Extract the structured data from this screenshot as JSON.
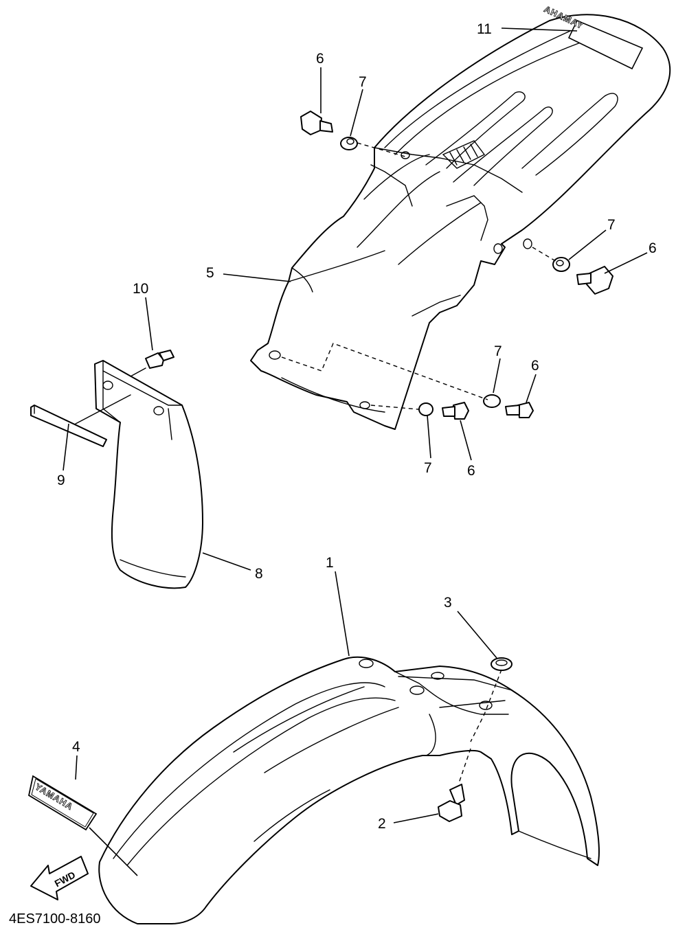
{
  "callouts": {
    "c1": "1",
    "c2": "2",
    "c3": "3",
    "c4": "4",
    "c5": "5",
    "c6a": "6",
    "c6b": "6",
    "c6c": "6",
    "c6d": "6",
    "c7a": "7",
    "c7b": "7",
    "c7c": "7",
    "c7d": "7",
    "c8": "8",
    "c9": "9",
    "c10": "10",
    "c11": "11"
  },
  "logos": {
    "rear_fender_logo": "YAMAHA",
    "decal_logo": "YAMAHA"
  },
  "fwd_arrow": "FWD",
  "diagram_code": "4ES7100-8160"
}
